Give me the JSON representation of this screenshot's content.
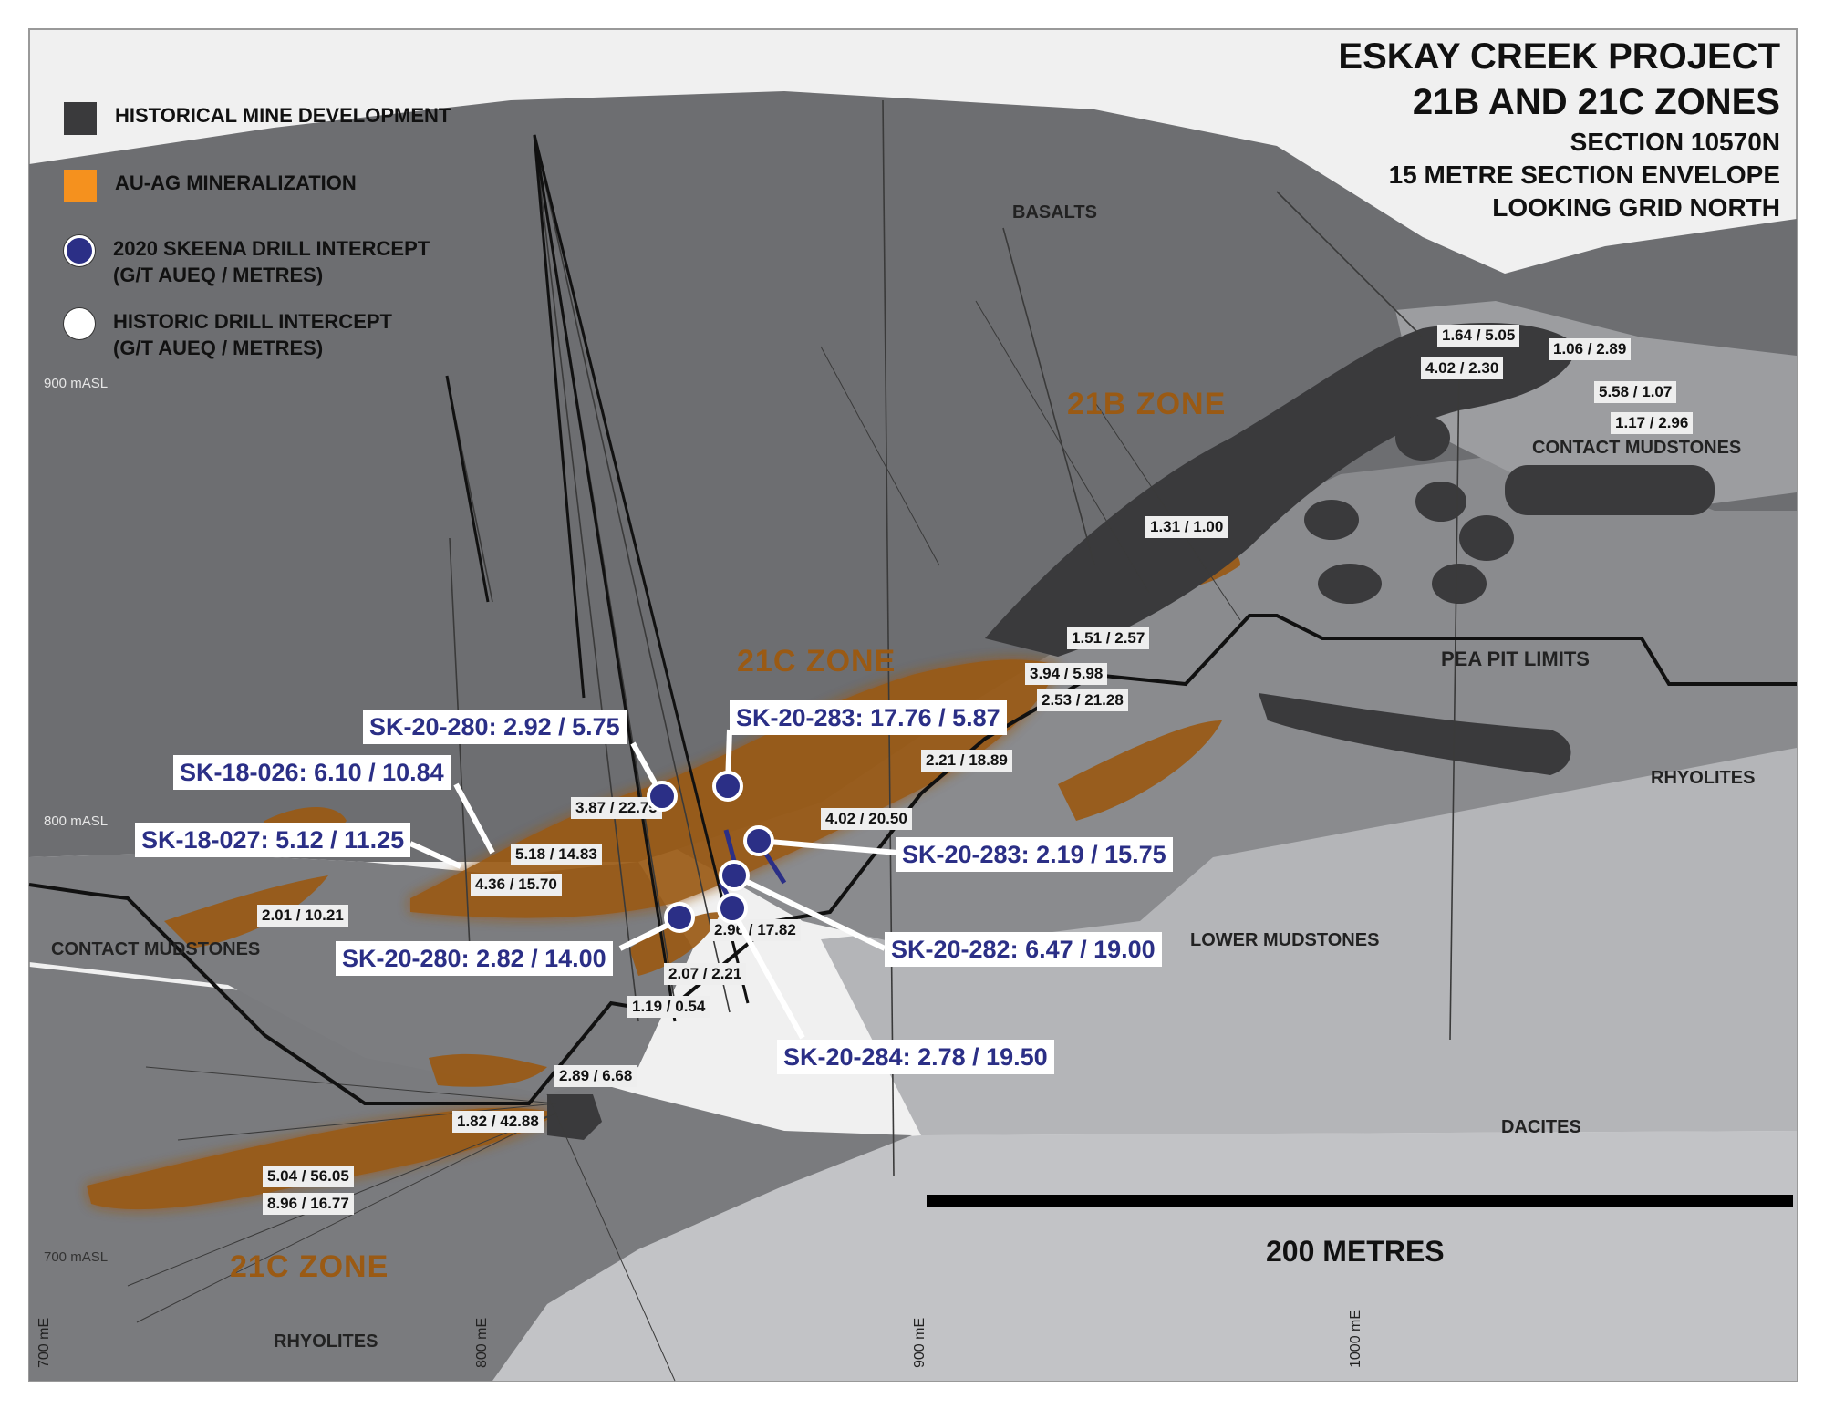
{
  "title": [
    "ESKAY CREEK PROJECT",
    "21B AND 21C ZONES",
    "SECTION 10570N",
    "15 METRE SECTION ENVELOPE",
    "LOOKING GRID NORTH"
  ],
  "legend": [
    {
      "label": "HISTORICAL MINE DEVELOPMENT",
      "color": "#3a3a3c"
    },
    {
      "label": "AU-AG MINERALIZATION",
      "color": "#f5911e"
    },
    {
      "label": "2020 SKEENA DRILL INTERCEPT\n(G/T AUEQ / METRES)",
      "color": "#2b2f86"
    },
    {
      "label": "HISTORIC DRILL INTERCEPT\n(G/T AUEQ / METRES)",
      "color": "#ffffff"
    }
  ],
  "geology_labels": [
    "BASALTS",
    "CONTACT MUDSTONES",
    "CONTACT MUDSTONES",
    "LOWER MUDSTONES",
    "RHYOLITES",
    "RHYOLITES",
    "DACITES",
    "PEA PIT LIMITS"
  ],
  "zones": [
    "21B ZONE",
    "21C ZONE",
    "21C ZONE"
  ],
  "historic_intercepts": [
    "1.64 / 5.05",
    "1.06 / 2.89",
    "4.02 / 2.30",
    "5.58 / 1.07",
    "1.17 / 2.96",
    "1.31 / 1.00",
    "1.51 / 2.57",
    "3.94 / 5.98",
    "2.53 / 21.28",
    "2.21 / 18.89",
    "3.87 / 22.75",
    "5.18 / 14.83",
    "4.36 / 15.70",
    "4.02 / 20.50",
    "2.01 / 10.21",
    "2.96 / 17.82",
    "2.07 / 2.21",
    "1.19 / 0.54",
    "2.89 / 6.68",
    "1.82 / 42.88",
    "5.04 / 56.05",
    "8.96 / 16.77"
  ],
  "skeena_intercepts": [
    "SK-20-280: 2.92 / 5.75",
    "SK-20-283: 17.76 / 5.87",
    "SK-18-026: 6.10 / 10.84",
    "SK-18-027: 5.12 / 11.25",
    "SK-20-283: 2.19 / 15.75",
    "SK-20-280: 2.82 / 14.00",
    "SK-20-282: 6.47 / 19.00",
    "SK-20-284: 2.78 / 19.50"
  ],
  "elevations": [
    "900 mASL",
    "800 mASL",
    "700 mASL"
  ],
  "eastings": [
    "700 mE",
    "800 mE",
    "900 mE",
    "1000 mE"
  ],
  "scale_bar": "200 METRES",
  "colors": {
    "basalt": "#6d6e71",
    "mudstone": "#8a8b8e",
    "rhyolite": "#aaabae",
    "dacite": "#c2c3c6",
    "mine": "#3a3a3c",
    "mineral": "#9a5a14",
    "skeena": "#2b2f86"
  }
}
